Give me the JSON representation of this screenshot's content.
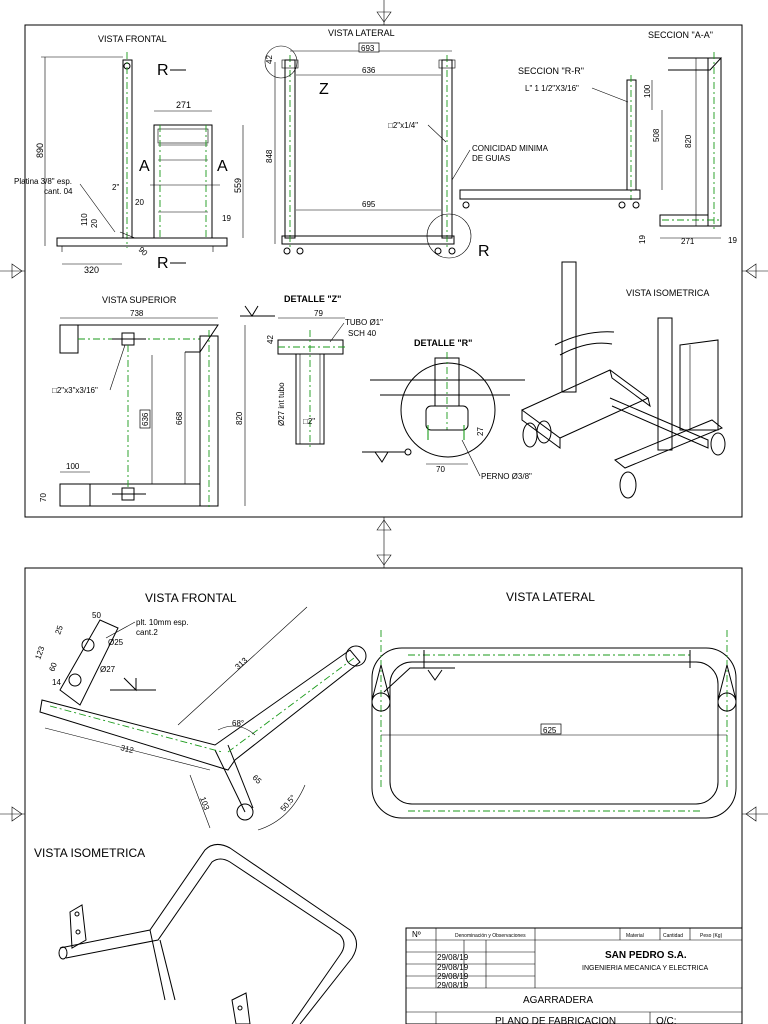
{
  "sheet1": {
    "views": {
      "frontal": "VISTA FRONTAL",
      "lateral": "VISTA LATERAL",
      "seccion_aa": "SECCION \"A-A\"",
      "seccion_rr": "SECCION \"R-R\"",
      "superior": "VISTA SUPERIOR",
      "detalle_z": "DETALLE \"Z\"",
      "detalle_r": "DETALLE \"R\"",
      "isometrica": "VISTA ISOMETRICA"
    },
    "section_letters": {
      "r": "R",
      "a": "A",
      "z": "Z"
    },
    "dims_frontal": {
      "d890": "890",
      "d271": "271",
      "d559": "559",
      "d320": "320",
      "d110": "110",
      "d20a": "20",
      "d20b": "20",
      "d19": "19",
      "d90": "90",
      "d2in": "2\""
    },
    "notes_frontal": {
      "platina": "Platina 3/8\" esp.",
      "cant": "cant. 04"
    },
    "dims_lateral": {
      "d693": "693",
      "d42": "42",
      "d636": "636",
      "d848": "848",
      "d695": "695"
    },
    "notes_lateral": {
      "tubo": "□2\"x1/4\"",
      "conicidad1": "CONICIDAD MINIMA",
      "conicidad2": "DE GUIAS"
    },
    "dims_rr": {
      "angle": "L\" 1 1/2\"X3/16\"",
      "d100": "100",
      "d508": "508"
    },
    "dims_aa": {
      "d820": "820",
      "d271": "271",
      "d19a": "19",
      "d19b": "19"
    },
    "dims_superior": {
      "d738": "738",
      "d636": "636",
      "d668": "668",
      "d820": "820",
      "d100": "100",
      "d70": "70",
      "tube": "□2\"x3\"x3/16\""
    },
    "dims_z": {
      "d79": "79",
      "d42": "42",
      "tubo1": "TUBO Ø1\"",
      "tubo2": "SCH 40",
      "int": "Ø27 int tubo",
      "d2in": "□2\""
    },
    "dims_r": {
      "d70": "70",
      "d27": "27",
      "perno": "PERNO Ø3/8\""
    }
  },
  "sheet2": {
    "views": {
      "frontal": "VISTA FRONTAL",
      "lateral": "VISTA LATERAL",
      "isometrica": "VISTA ISOMETRICA"
    },
    "dims": {
      "d50": "50",
      "d25": "25",
      "d60": "60",
      "d123": "123",
      "d14": "14",
      "phi25": "Ø25",
      "phi27": "Ø27",
      "d313a": "313",
      "d312": "312",
      "d68": "68°",
      "d65": "65",
      "d103": "103",
      "d505": "50.5°",
      "d625": "625"
    },
    "note1": "plt. 10mm esp.",
    "note2": "cant.2"
  },
  "titleblock": {
    "n_label": "Nº",
    "head": [
      "Denominación y Observaciones",
      "Material",
      "Cantidad",
      "Peso (Kg)"
    ],
    "company": "SAN PEDRO S.A.",
    "subtitle": "INGENIERIA MECANICA Y ELECTRICA",
    "dates": [
      "29/08/19",
      "29/08/19",
      "29/08/19",
      "29/08/19"
    ],
    "part": "AGARRADERA",
    "doc": "PLANO DE FABRICACION",
    "oc": "O/C:"
  }
}
